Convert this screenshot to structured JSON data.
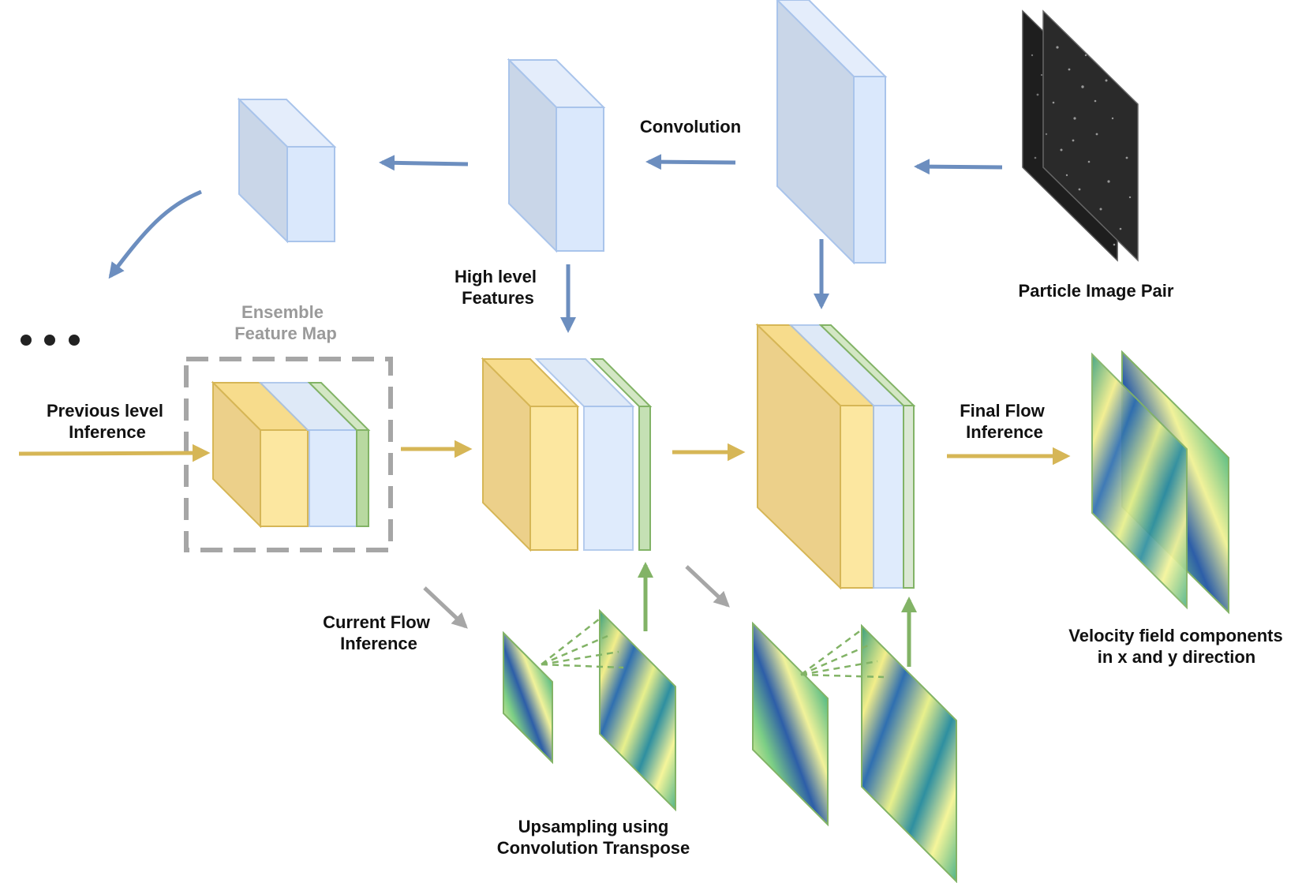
{
  "labels": {
    "convolution": "Convolution",
    "high_level_1": "High level",
    "high_level_2": "Features",
    "particle_pair": "Particle Image Pair",
    "ensemble_1": "Ensemble",
    "ensemble_2": "Feature Map",
    "previous_1": "Previous level",
    "previous_2": "Inference",
    "final_1": "Final Flow",
    "final_2": "Inference",
    "current_1": "Current Flow",
    "current_2": "Inference",
    "upsampling_1": "Upsampling using",
    "upsampling_2": "Convolution Transpose",
    "velocity_1": "Velocity field components",
    "velocity_2": "in x and y direction"
  },
  "colors": {
    "blue_face": "#dae8fc",
    "blue_stroke": "#a9c4eb",
    "blue_arrow": "#6c8ebf",
    "yellow_face": "#fce7a0",
    "yellow_side": "#e9cf86",
    "yellow_stroke": "#d6b656",
    "green_face": "#c5e0b4",
    "green_stroke": "#82b366",
    "gray": "#a6a6a6",
    "dark": "#222222"
  }
}
